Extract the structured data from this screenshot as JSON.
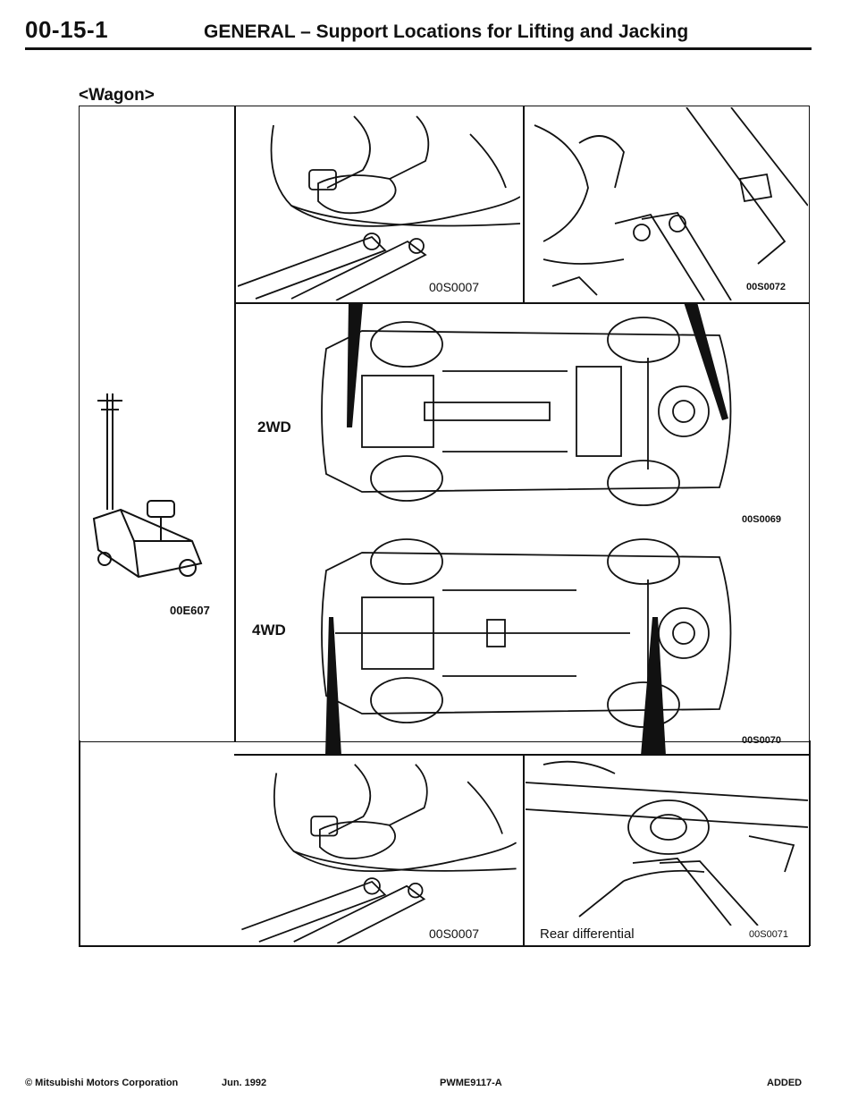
{
  "header": {
    "section_code": "00-15-1",
    "title": "GENERAL – Support Locations for Lifting and Jacking"
  },
  "variant": "<Wagon>",
  "figures": {
    "jack_code": "00E607",
    "top_left_code": "00S0007",
    "top_right_code": "00S0072",
    "label_2wd": "2WD",
    "underbody_2wd_code": "00S0069",
    "label_4wd": "4WD",
    "underbody_4wd_code": "00S0070",
    "bottom_left_code": "00S0007",
    "bottom_right_code": "00S0071",
    "rear_differential_label": "Rear differential"
  },
  "footer": {
    "copyright": "© Mitsubishi Motors Corporation",
    "date": "Jun. 1992",
    "pub_code": "PWME9117-A",
    "status": "ADDED"
  }
}
